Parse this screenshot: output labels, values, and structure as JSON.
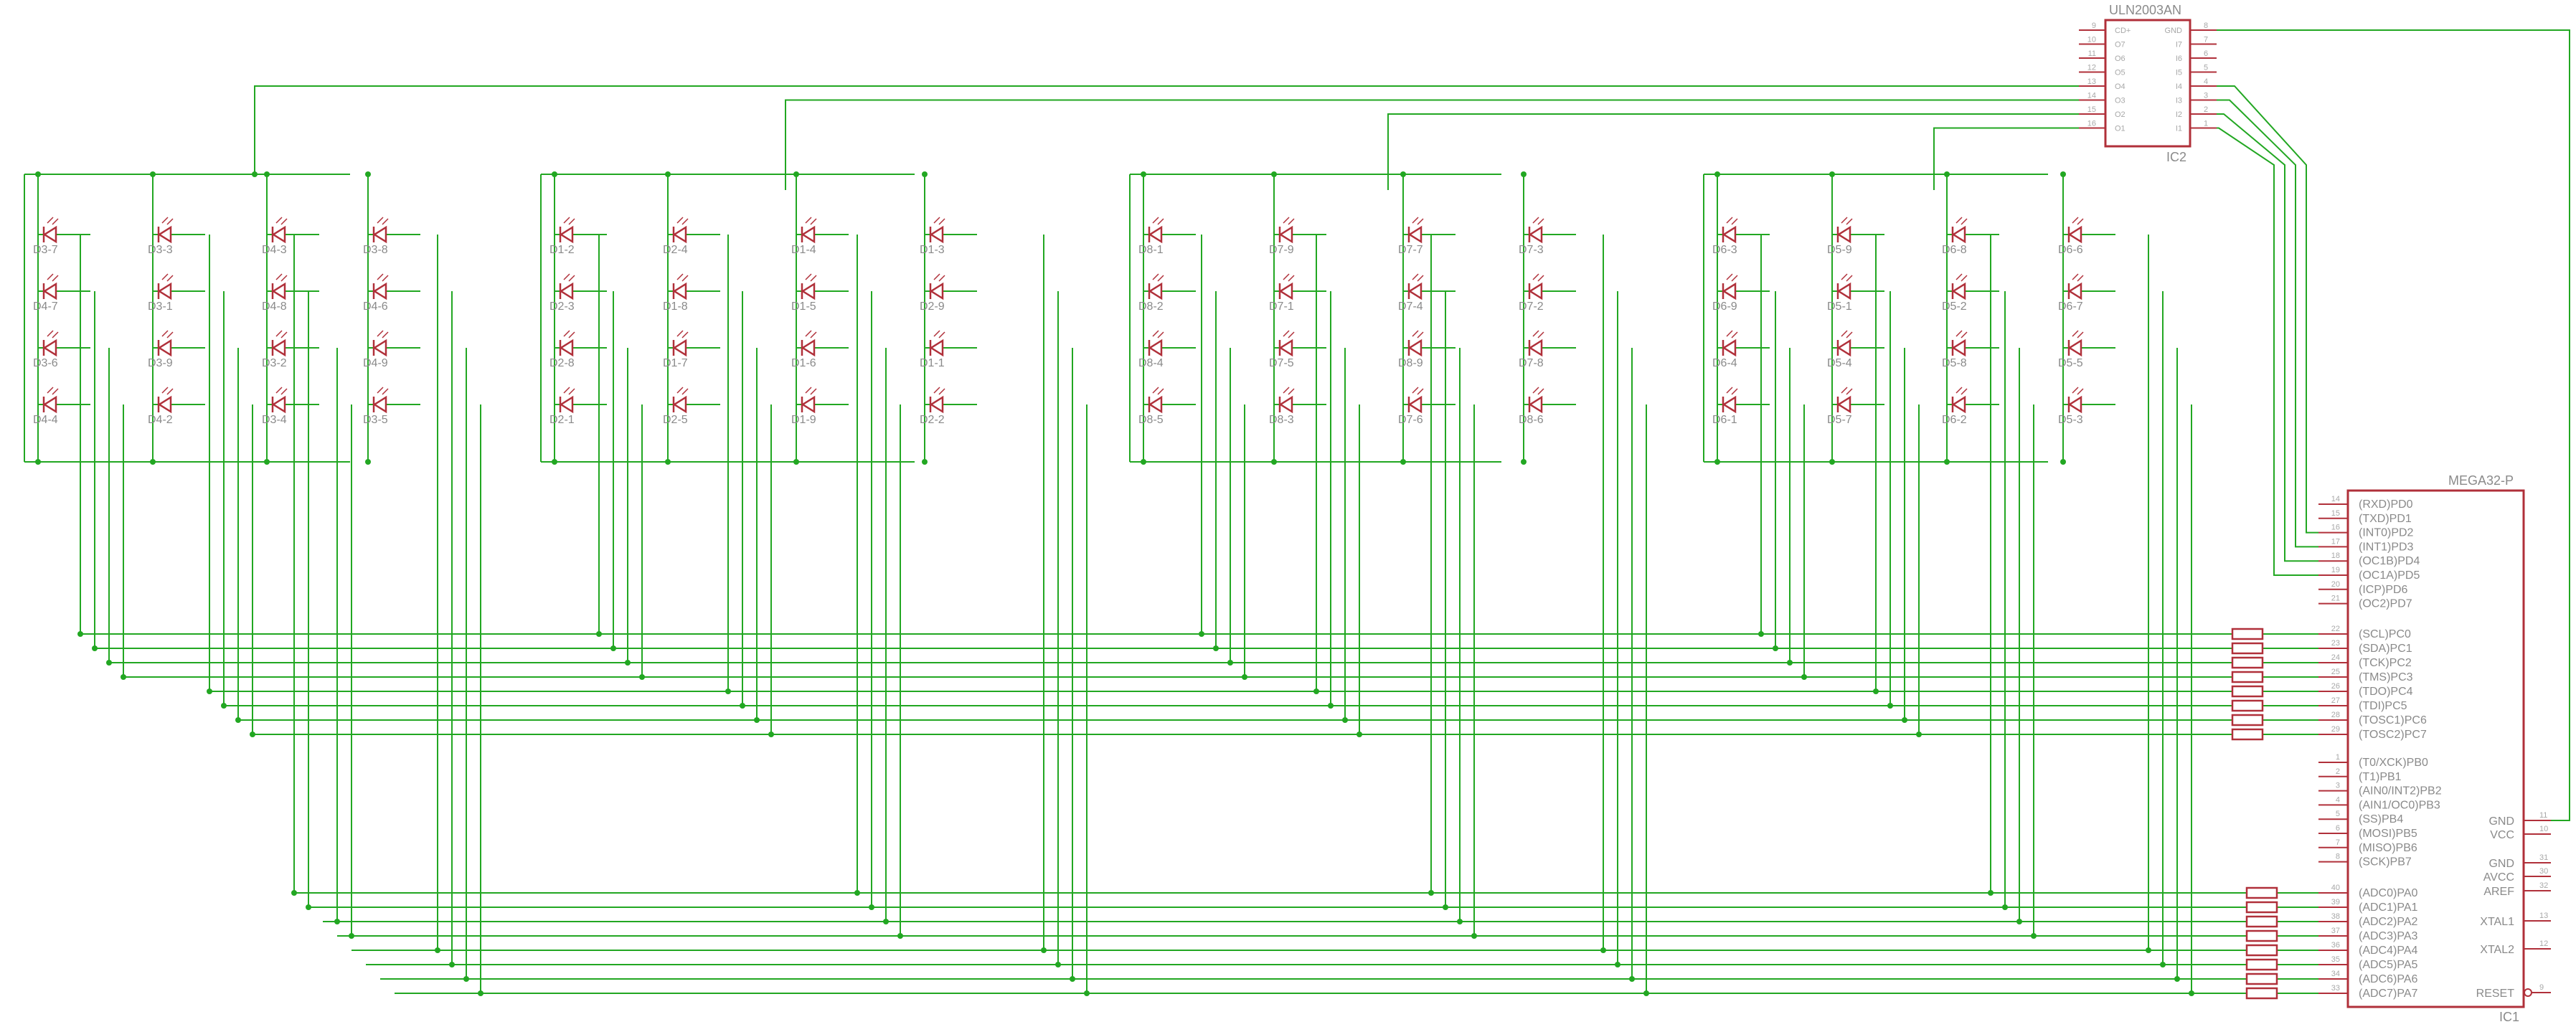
{
  "colors": {
    "wire": "#22a722",
    "part": "#b0303a",
    "junction": "#22a722",
    "text": "#8a8a8a"
  },
  "ic2": {
    "title": "ULN2003AN",
    "ref": "IC2",
    "left_pins": [
      {
        "num": "9",
        "name": "CD+"
      },
      {
        "num": "10",
        "name": "O7"
      },
      {
        "num": "11",
        "name": "O6"
      },
      {
        "num": "12",
        "name": "O5"
      },
      {
        "num": "13",
        "name": "O4"
      },
      {
        "num": "14",
        "name": "O3"
      },
      {
        "num": "15",
        "name": "O2"
      },
      {
        "num": "16",
        "name": "O1"
      }
    ],
    "right_pins": [
      {
        "num": "8",
        "name": "GND"
      },
      {
        "num": "7",
        "name": "I7"
      },
      {
        "num": "6",
        "name": "I6"
      },
      {
        "num": "5",
        "name": "I5"
      },
      {
        "num": "4",
        "name": "I4"
      },
      {
        "num": "3",
        "name": "I3"
      },
      {
        "num": "2",
        "name": "I2"
      },
      {
        "num": "1",
        "name": "I1"
      }
    ]
  },
  "ic1": {
    "title": "MEGA32-P",
    "ref": "IC1",
    "left_pins": [
      {
        "num": "14",
        "name": "(RXD)PD0"
      },
      {
        "num": "15",
        "name": "(TXD)PD1"
      },
      {
        "num": "16",
        "name": "(INT0)PD2"
      },
      {
        "num": "17",
        "name": "(INT1)PD3"
      },
      {
        "num": "18",
        "name": "(OC1B)PD4"
      },
      {
        "num": "19",
        "name": "(OC1A)PD5"
      },
      {
        "num": "20",
        "name": "(ICP)PD6"
      },
      {
        "num": "21",
        "name": "(OC2)PD7"
      },
      {
        "num": "22",
        "name": "(SCL)PC0"
      },
      {
        "num": "23",
        "name": "(SDA)PC1"
      },
      {
        "num": "24",
        "name": "(TCK)PC2"
      },
      {
        "num": "25",
        "name": "(TMS)PC3"
      },
      {
        "num": "26",
        "name": "(TDO)PC4"
      },
      {
        "num": "27",
        "name": "(TDI)PC5"
      },
      {
        "num": "28",
        "name": "(TOSC1)PC6"
      },
      {
        "num": "29",
        "name": "(TOSC2)PC7"
      },
      {
        "num": "1",
        "name": "(T0/XCK)PB0"
      },
      {
        "num": "2",
        "name": "(T1)PB1"
      },
      {
        "num": "3",
        "name": "(AIN0/INT2)PB2"
      },
      {
        "num": "4",
        "name": "(AIN1/OC0)PB3"
      },
      {
        "num": "5",
        "name": "(SS)PB4"
      },
      {
        "num": "6",
        "name": "(MOSI)PB5"
      },
      {
        "num": "7",
        "name": "(MISO)PB6"
      },
      {
        "num": "8",
        "name": "(SCK)PB7"
      },
      {
        "num": "40",
        "name": "(ADC0)PA0"
      },
      {
        "num": "39",
        "name": "(ADC1)PA1"
      },
      {
        "num": "38",
        "name": "(ADC2)PA2"
      },
      {
        "num": "37",
        "name": "(ADC3)PA3"
      },
      {
        "num": "36",
        "name": "(ADC4)PA4"
      },
      {
        "num": "35",
        "name": "(ADC5)PA5"
      },
      {
        "num": "34",
        "name": "(ADC6)PA6"
      },
      {
        "num": "33",
        "name": "(ADC7)PA7"
      }
    ],
    "right_pins": [
      {
        "num": "11",
        "name": "GND"
      },
      {
        "num": "10",
        "name": "VCC"
      },
      {
        "num": "31",
        "name": "GND"
      },
      {
        "num": "30",
        "name": "AVCC"
      },
      {
        "num": "32",
        "name": "AREF"
      },
      {
        "num": "13",
        "name": "XTAL1"
      },
      {
        "num": "12",
        "name": "XTAL2"
      },
      {
        "num": "9",
        "name": "RESET"
      }
    ]
  },
  "led_groups": [
    {
      "labels": [
        "D3-7",
        "D3-3",
        "D4-3",
        "D3-8",
        "D4-7",
        "D3-1",
        "D4-8",
        "D4-6",
        "D3-6",
        "D3-9",
        "D3-2",
        "D4-9",
        "D4-4",
        "D4-2",
        "D3-4",
        "D3-5"
      ]
    },
    {
      "labels": [
        "D1-2",
        "D2-4",
        "D1-4",
        "D1-3",
        "D2-3",
        "D1-8",
        "D1-5",
        "D2-9",
        "D2-8",
        "D1-7",
        "D1-6",
        "D1-1",
        "D2-1",
        "D2-5",
        "D1-9",
        "D2-2"
      ]
    },
    {
      "labels": [
        "D8-1",
        "D7-9",
        "D7-7",
        "D7-3",
        "D8-2",
        "D7-1",
        "D7-4",
        "D7-2",
        "D8-4",
        "D7-5",
        "D8-9",
        "D7-8",
        "D8-5",
        "D8-3",
        "D7-6",
        "D8-6"
      ]
    },
    {
      "labels": [
        "D6-3",
        "D5-9",
        "D6-8",
        "D6-6",
        "D6-9",
        "D5-1",
        "D5-2",
        "D6-7",
        "D6-4",
        "D5-4",
        "D5-8",
        "D5-5",
        "D6-1",
        "D5-7",
        "D6-2",
        "D5-3"
      ]
    }
  ]
}
